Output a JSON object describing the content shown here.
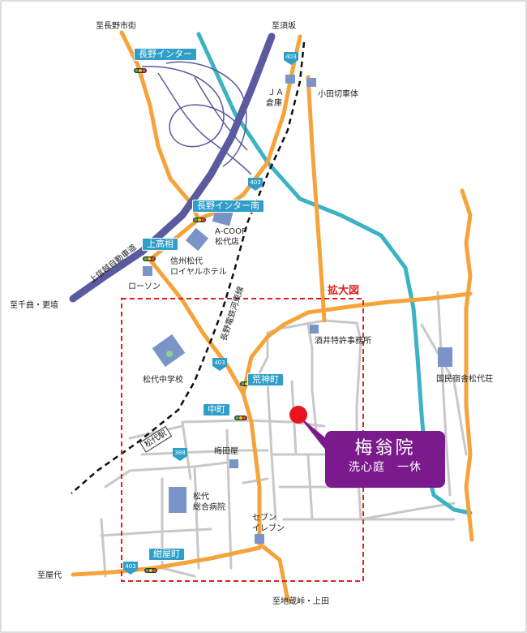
{
  "labels": {
    "to_nagano_shigai": "至長野市街",
    "to_suzaka": "至須坂",
    "ja": "ＪＡ",
    "ja_sub": "倉庫",
    "odagiri": "小田切車体",
    "acoop": "A-COOP",
    "acoop_sub": "松代店",
    "royal": "信州松代",
    "royal_sub": "ロイヤルホテル",
    "lawson": "ローソン",
    "expressway": "上信越自動車道",
    "railway": "長野電鉄河東線",
    "to_chikuma": "至千曲・更埴",
    "sakai": "酒井特許事務所",
    "matsushiro_jhs": "松代中学校",
    "kokumin": "国民宿舎松代荘",
    "matsushiro_station": "松代駅",
    "umedaya": "梅田屋",
    "hospital": "松代",
    "hospital_sub": "総合病院",
    "seven": "セブン",
    "seven_sub": "イレブン",
    "to_yashiro": "至屋代",
    "to_chizo": "至地蔵峠・上田",
    "zoom": "拡大図"
  },
  "tags": {
    "nagano_ic": "長野インター",
    "nagano_ic_south": "長野インター南",
    "kamitakaji": "上高相",
    "arakami": "荒神町",
    "nakamachi": "中町",
    "konyamachi": "紺屋町"
  },
  "routes": {
    "r403": "403",
    "r388": "388"
  },
  "destination": {
    "name": "梅翁院",
    "sub": "洗心庭　一休",
    "color": "#7a1a8c"
  },
  "colors": {
    "main_road": "#f5a33a",
    "expressway": "#5a5a9e",
    "river": "#3bb3c3",
    "minor_road": "#c8c8c8",
    "building": "#7a94c8",
    "zoom_box": "#e02020",
    "tag_bg": "#2f9ec9"
  }
}
